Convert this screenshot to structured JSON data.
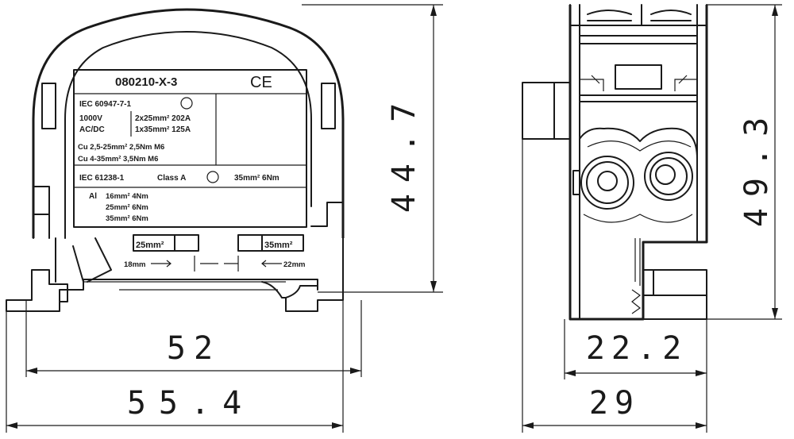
{
  "front_view": {
    "part_number": "080210-X-3",
    "ce_mark": "CE",
    "label_lines": {
      "std1": "IEC 60947-7-1",
      "volt": "1000V",
      "acdc": "AC/DC",
      "rating1": "2x25mm² 202A",
      "rating2": "1x35mm² 125A",
      "cu1": "Cu  2,5-25mm² 2,5Nm  M6",
      "cu2": "Cu    4-35mm² 3,5Nm  M6",
      "std2": "IEC 61238-1",
      "class": "Class A",
      "class_rating": "35mm²  6Nm",
      "al_prefix": "Al",
      "al1": "16mm²        4Nm",
      "al2": "25mm²        6Nm",
      "al3": "35mm²        6Nm"
    },
    "wire_left": "25mm²",
    "wire_right": "35mm²",
    "strip_left": "18mm",
    "strip_right": "22mm"
  },
  "dimensions": {
    "inner_width": "52",
    "outer_width": "55.4",
    "height_front": "44.7",
    "height_side": "49.3",
    "side_inner_width": "22.2",
    "side_outer_width": "29"
  }
}
